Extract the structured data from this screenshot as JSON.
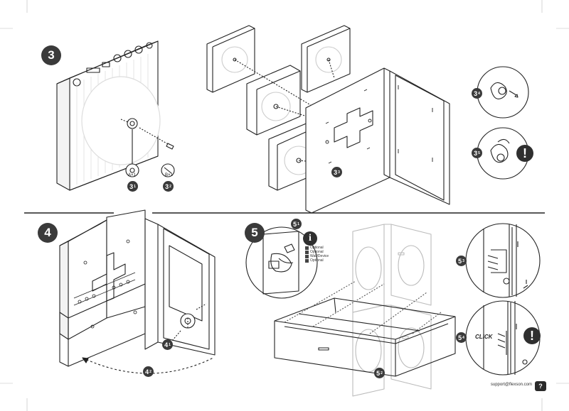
{
  "steps": {
    "s3": "3",
    "s4": "4",
    "s5": "5"
  },
  "substeps": {
    "s31": {
      "main": "3",
      "sub": "1"
    },
    "s32": {
      "main": "3",
      "sub": "2"
    },
    "s33": {
      "main": "3",
      "sub": "3"
    },
    "s34": {
      "main": "3",
      "sub": "4"
    },
    "s35": {
      "main": "3",
      "sub": "5"
    },
    "s41": {
      "main": "4",
      "sub": "1"
    },
    "s42": {
      "main": "4",
      "sub": "2"
    },
    "s51": {
      "main": "5",
      "sub": "1"
    },
    "s52": {
      "main": "5",
      "sub": "2"
    },
    "s53": {
      "main": "5",
      "sub": "3"
    },
    "s54": {
      "main": "5",
      "sub": "4"
    }
  },
  "hardware": {
    "a": "A×1",
    "b": "B×1"
  },
  "legend": [
    "Optional",
    "Optional",
    "Wall/Device",
    "Optional"
  ],
  "click_label": "CLICK",
  "warning_symbol": "!",
  "info_symbol": "i",
  "footer": {
    "email": "support@flexson.com",
    "help_symbol": "?"
  }
}
